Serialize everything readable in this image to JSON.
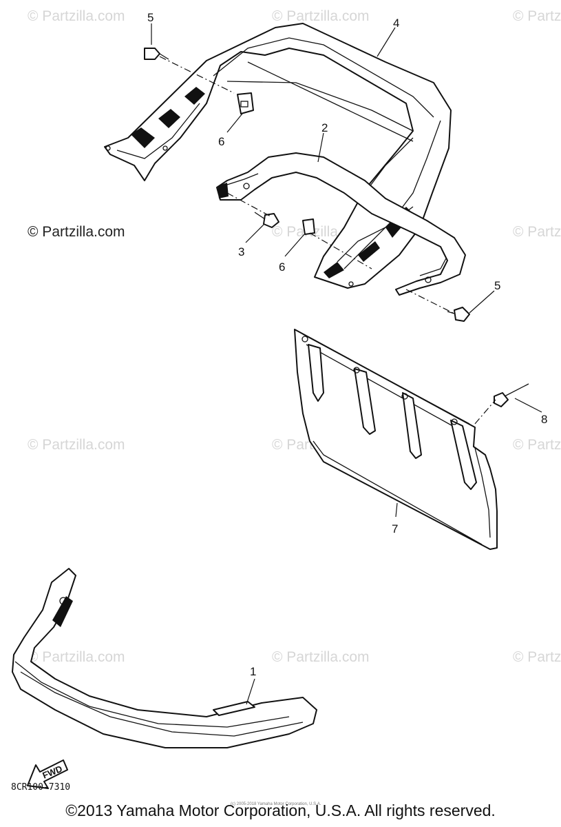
{
  "watermark": "© Partzilla.com",
  "callouts": {
    "c1": "1",
    "c2": "2",
    "c3": "3",
    "c4": "4",
    "c5a": "5",
    "c5b": "5",
    "c6a": "6",
    "c6b": "6",
    "c7": "7",
    "c8": "8"
  },
  "fwd_label": "FWD",
  "diagram_code": "8CR100-7310",
  "tiny_notice": "(c) 2005-2018 Yamaha Motor Corporation, U.S.A.",
  "copyright": "©2013 Yamaha Motor Corporation, U.S.A. All rights reserved."
}
